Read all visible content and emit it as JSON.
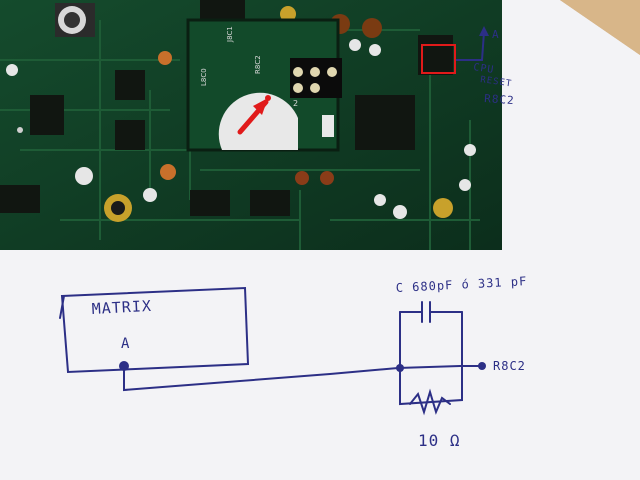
{
  "photo_annotations": {
    "arrow_label": "A",
    "cpu_reset_line1": "CPU",
    "cpu_reset_line2": "RESET",
    "component_ref": "R8C2",
    "board_printed_labels": [
      "J8C1",
      "R8C2",
      "L8C0",
      "2"
    ]
  },
  "schematic": {
    "box_label": "MATRIX",
    "node_label": "A",
    "capacitor_label": "C 680pF ó 331 pF",
    "output_label": "R8C2",
    "resistor_label": "10 Ω"
  },
  "colors": {
    "ink": "#2c2f86",
    "pcb": "#0f3a23",
    "paper": "#f4f4f6",
    "desk": "#c9a77a",
    "highlight": "#e11a1a"
  }
}
